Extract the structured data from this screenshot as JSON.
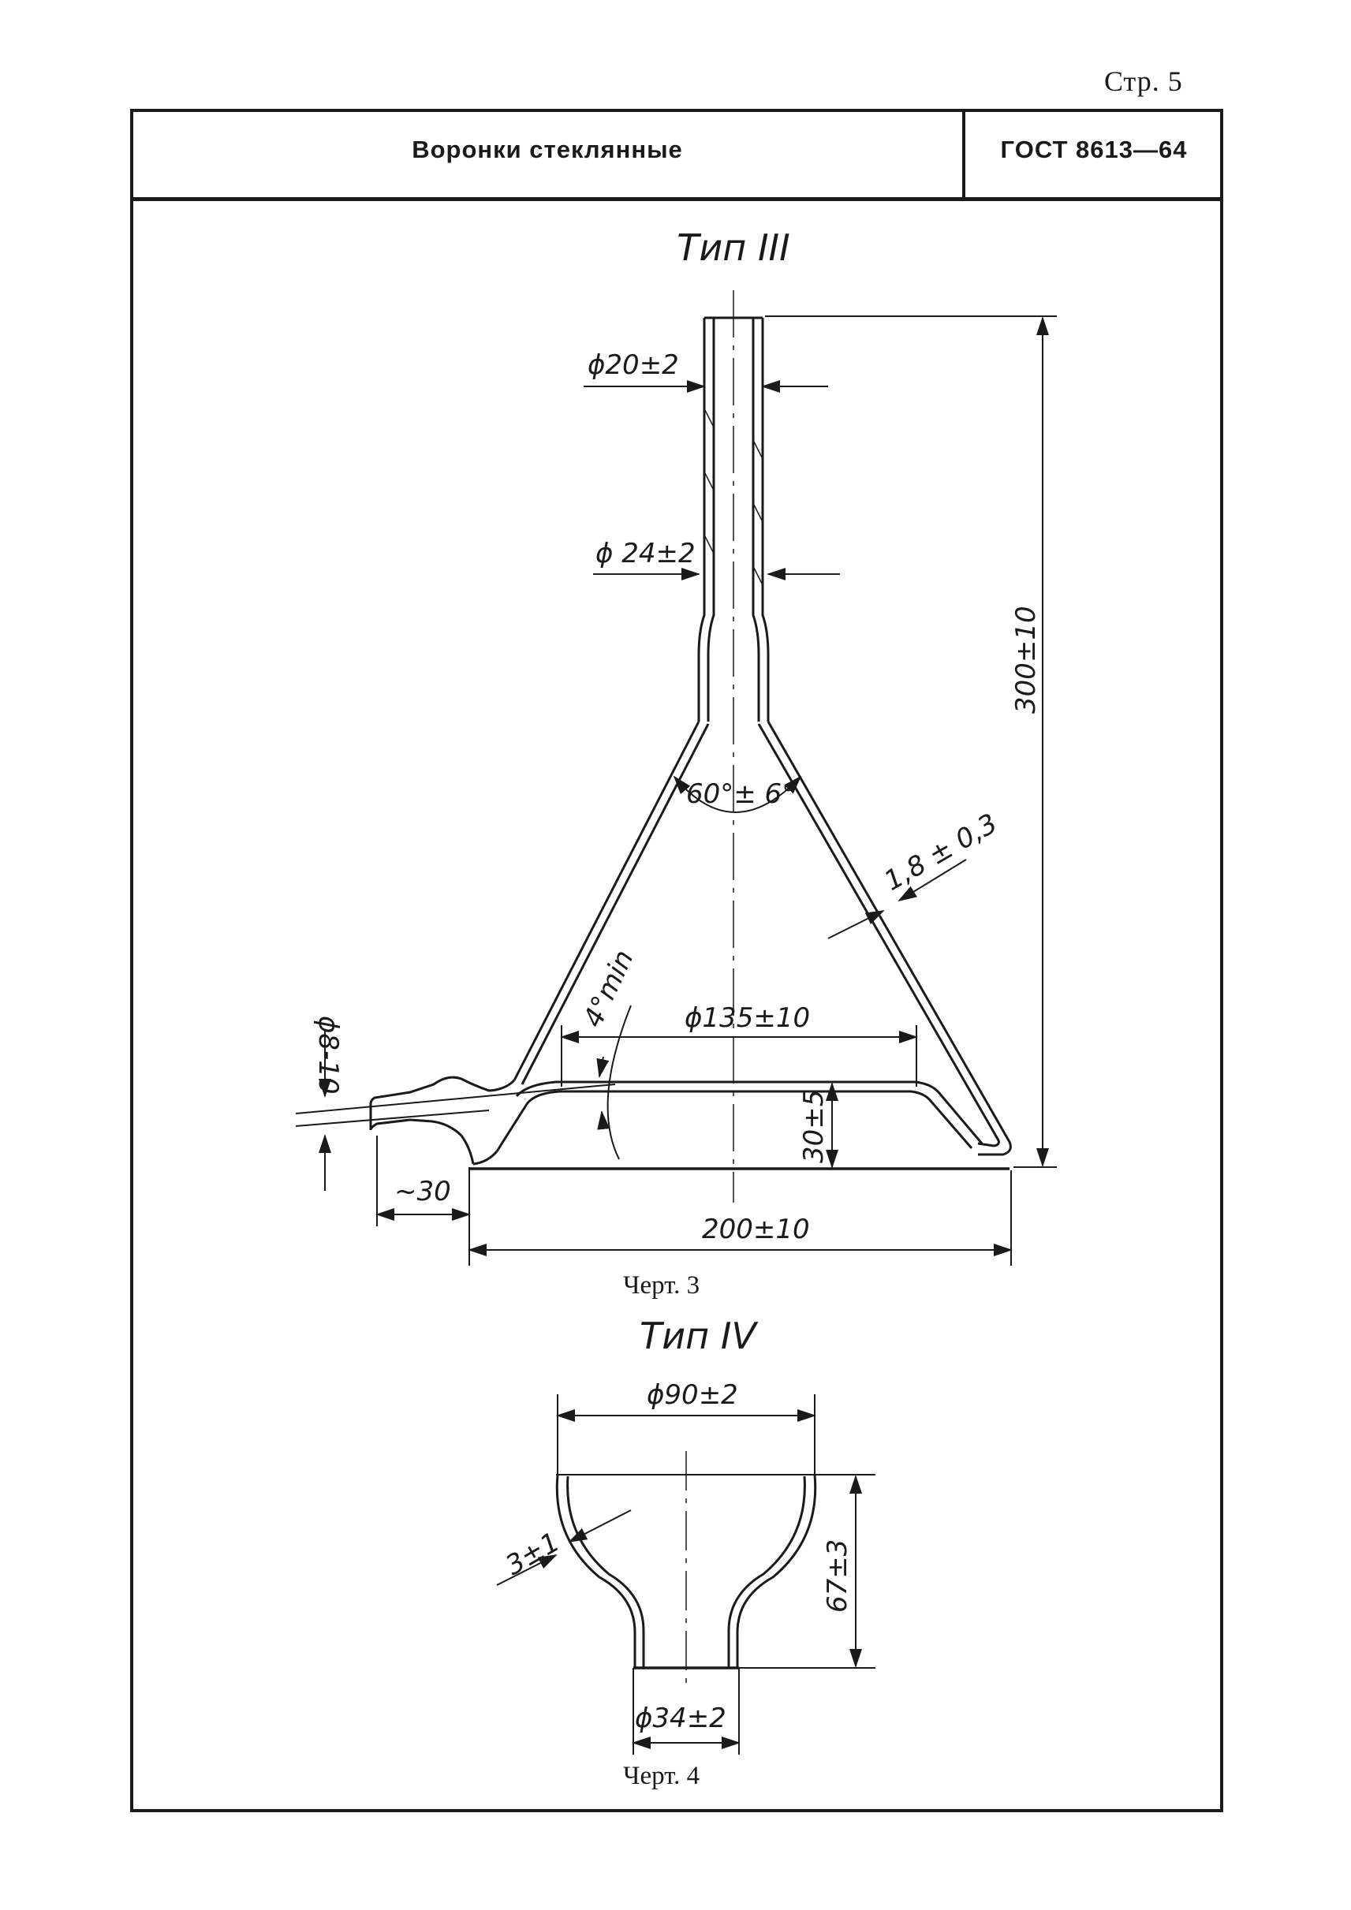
{
  "page": {
    "number": "Стр. 5"
  },
  "header": {
    "title": "Воронки стеклянные",
    "code": "ГОСТ 8613—64"
  },
  "drawing3": {
    "type_label": "Тип III",
    "caption": "Черт. 3",
    "dims": {
      "stem_outer": "ϕ20±2",
      "stem_inner": "ϕ 24±2",
      "height": "300±10",
      "angle": "60°± 6°",
      "wall": "1,8 ± 0,3",
      "incline": "4°min",
      "inner_dia": "ϕ135±10",
      "side_dia": "ϕ8-10",
      "rim_height": "30±5",
      "side_len": "~30",
      "base": "200±10"
    }
  },
  "drawing4": {
    "type_label": "Тип IV",
    "caption": "Черт. 4",
    "dims": {
      "top_dia": "ϕ90±2",
      "wall": "3±1",
      "height": "67±3",
      "bottom_dia": "ϕ34±2"
    }
  }
}
